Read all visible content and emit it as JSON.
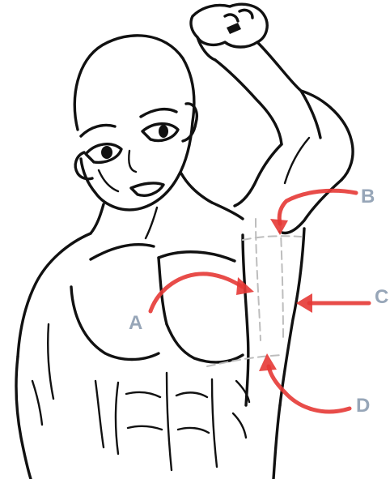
{
  "callouts": {
    "a": "A",
    "b": "B",
    "c": "C",
    "d": "D"
  },
  "colors": {
    "ink": "#111111",
    "arrow": "#e53935",
    "guide": "#bdbdbd",
    "callout_text": "#97a6b8",
    "background": "#ffffff"
  },
  "icons": {
    "figure": "anatomy-sketch",
    "arrow": "red-hand-drawn-arrow"
  }
}
